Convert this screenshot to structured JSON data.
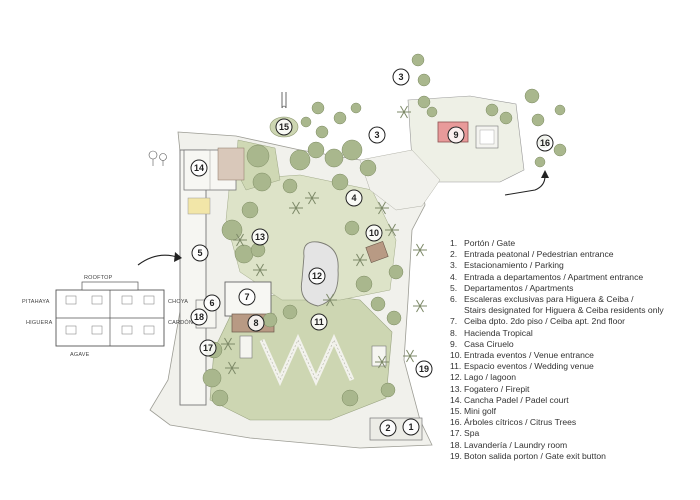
{
  "legend": [
    {
      "num": "1.",
      "text": "Portón / Gate"
    },
    {
      "num": "2.",
      "text": "Entrada peatonal / Pedestrian entrance"
    },
    {
      "num": "3.",
      "text": "Estacionamiento / Parking"
    },
    {
      "num": "4.",
      "text": "Entrada a departamentos / Apartment entrance"
    },
    {
      "num": "5.",
      "text": "Departamentos / Apartments"
    },
    {
      "num": "6.",
      "text": "Escaleras exclusivas para Higuera & Ceiba /"
    },
    {
      "num": "",
      "text": "Stairs designated for Higuera & Ceiba residents only"
    },
    {
      "num": "7.",
      "text": "Ceiba dpto. 2do piso / Ceiba apt. 2nd floor"
    },
    {
      "num": "8.",
      "text": "Hacienda Tropical"
    },
    {
      "num": "9.",
      "text": "Casa Ciruelo"
    },
    {
      "num": "10.",
      "text": "Entrada eventos / Venue entrance"
    },
    {
      "num": "11.",
      "text": "Espacio eventos / Wedding venue"
    },
    {
      "num": "12.",
      "text": "Lago / lagoon"
    },
    {
      "num": "13.",
      "text": "Fogatero / Firepit"
    },
    {
      "num": "14.",
      "text": "Cancha Padel / Padel court"
    },
    {
      "num": "15.",
      "text": "Mini golf"
    },
    {
      "num": "16.",
      "text": "Árboles cítricos / Citrus Trees"
    },
    {
      "num": "17.",
      "text": "Spa"
    },
    {
      "num": "18.",
      "text": "Lavandería / Laundry room"
    },
    {
      "num": "19.",
      "text": "Boton salida porton / Gate exit button"
    }
  ],
  "building_labels": {
    "rooftop": "ROOFTOP",
    "pitahaya": "PITAHAYA",
    "higuera": "HIGUERA",
    "choya": "CHOYA",
    "cardon": "CARDÓN",
    "agave": "AGAVE"
  },
  "markers": [
    "1",
    "2",
    "3",
    "3",
    "4",
    "5",
    "6",
    "7",
    "8",
    "9",
    "10",
    "11",
    "12",
    "13",
    "14",
    "15",
    "16",
    "17",
    "18",
    "19"
  ],
  "colors": {
    "lawn": "#cdd6b2",
    "tree": "#a9b78d",
    "path": "#e7e7e2",
    "wood": "#b89a84",
    "highlight": "#e89a9a",
    "water": "#e4e4e4"
  }
}
